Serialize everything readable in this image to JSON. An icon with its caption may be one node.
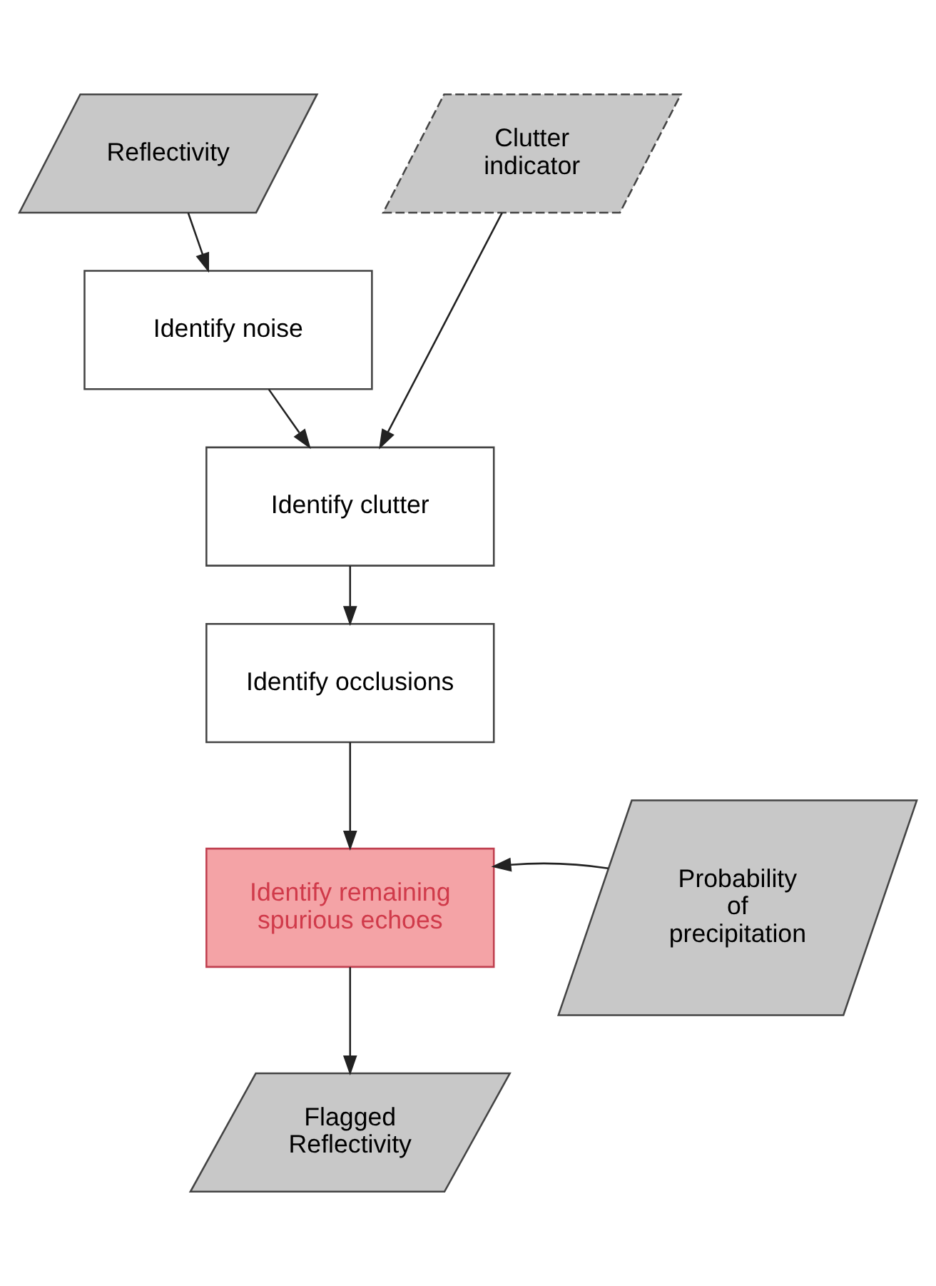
{
  "diagram": {
    "nodes": [
      {
        "text": [
          "Reflectivity"
        ]
      },
      {
        "text": [
          "Clutter indicator"
        ]
      },
      {
        "text": [
          "Identify noise"
        ]
      },
      {
        "text": [
          "Identify clutter"
        ]
      },
      {
        "text": [
          "Identify occlusions"
        ]
      },
      {
        "text": [
          "Identify remaining spurious echoes"
        ]
      },
      {
        "text": [
          "Probability of precipitation"
        ]
      },
      {
        "text": [
          "Flagged Reflectivity"
        ]
      }
    ],
    "edges": [
      {
        "from": 0,
        "to": 2,
        "arrow": "to"
      },
      {
        "from": 2,
        "to": 3,
        "arrow": "to"
      },
      {
        "from": 1,
        "to": 3,
        "arrow": "to"
      },
      {
        "from": 3,
        "to": 4,
        "arrow": "to"
      },
      {
        "from": 4,
        "to": 5,
        "arrow": "to"
      },
      {
        "from": 6,
        "to": 5,
        "arrow": "to"
      },
      {
        "from": 5,
        "to": 7,
        "arrow": "to"
      }
    ]
  }
}
